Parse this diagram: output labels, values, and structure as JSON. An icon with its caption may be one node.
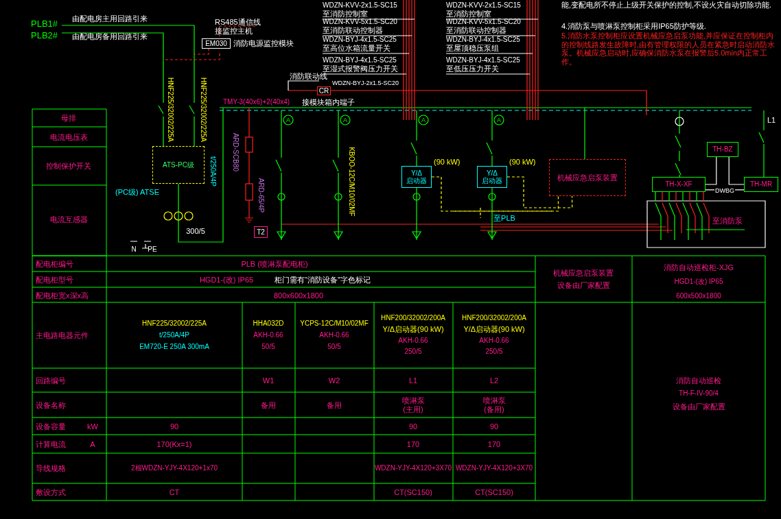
{
  "diagram": {
    "nodes": [
      {
        "text": [
          "EM030"
        ]
      },
      {
        "text": [
          "CR"
        ]
      },
      {
        "text": [
          "ATS-PC级"
        ]
      },
      {
        "text": [
          "T2"
        ]
      },
      {
        "text": [
          "Y/Δ 启动器"
        ],
        "beside": [
          "(90 kW)"
        ]
      },
      {
        "text": [
          "Y/Δ 启动器"
        ],
        "beside": [
          "(90 kW)"
        ]
      },
      {
        "text": [
          "机械应急启泵装置"
        ]
      },
      {
        "text": [
          "TH-BZ"
        ]
      },
      {
        "text": [
          "TH-X-XF"
        ]
      },
      {
        "text": [
          "TH-MR"
        ]
      }
    ],
    "edges": [
      {
        "from": 4,
        "to": 6,
        "arrow": "none",
        "style": "dashed",
        "color": "#ffff00"
      },
      {
        "from": 5,
        "to": 6,
        "arrow": "none",
        "style": "dashed",
        "color": "#ffff00"
      },
      {
        "from": 7,
        "to": 8,
        "arrow": "none"
      },
      {
        "from": 7,
        "to": 9,
        "arrow": "none"
      },
      {
        "from": 8,
        "to": 9,
        "arrow": "none",
        "label": "DWBG"
      }
    ],
    "labels": [
      "PLB1#",
      "PLB2#",
      "由配电房主用回路引来",
      "由配电房备用回路引来",
      "RS485通信线",
      "接监控主机",
      "消防电源监控模块",
      "WDZN-KVV-2x1.5-SC15",
      "至消防控制室",
      "WDZN-KVV-5x1.5-SC20",
      "至消防联动控制器",
      "WDZN-BYJ-4x1.5-SC25",
      "至高位水箱流量开关",
      "WDZN-BYJ-4x1.5-SC25",
      "至湿式报警阀压力开关",
      "WDZN-KVV-2x1.5-SC15",
      "至消防控制室",
      "WDZN-KVV-5x1.5-SC20",
      "至消防联动控制器",
      "WDZN-BYJ-4x1.5-SC25",
      "至屋顶稳压泵组",
      "WDZN-BYJ-4x1.5-SC25",
      "至低压压力开关",
      "消防联动线",
      "WDZN-BYJ-2x1.5-SC20",
      "TMY-3(40x6)+2(40x4)",
      "接模块箱内端子",
      "能,变配电所不停止上级开关保护的控制,不设火灾自动切除功能.",
      "4.消防泵与喷淋泵控制柜采用IP65防护等级.",
      "5.消防水泵控制柜应设置机械应急启泵功能,并应保证在控制柜内的控制线路发生故障时,由有管理权限的人员在紧急时启动消防水泵。机械应急启动时,应确保消防水泵在报警后5.0min内正常工作。",
      "HNF225/32002/225A",
      "HNF225/32002/225A",
      "t/250A/4P",
      "(PC级) ATSE",
      "300/5",
      "N",
      "PE",
      "ARD-SCB80",
      "ARD-65/4P",
      "KBOO-12C/M10/02MF",
      "至PLB",
      "L1",
      "至消防泵",
      "母排",
      "电流电压表",
      "控制保护开关",
      "电流互感器",
      "配电柜编号",
      "配电柜型号",
      "配电柜宽x深x高",
      "主电路电器元件",
      "回路编号",
      "设备名称",
      "设备容量",
      "kW",
      "计算电流",
      "A",
      "导线规格",
      "敷设方式",
      "PLB (喷淋泵配电柜)",
      "HGD1-(改) IP65",
      "柜门需有“消防设备”字色标记",
      "800x600x1800",
      "机械应急启泵装置",
      "设备由厂家配置",
      "消防自动巡检柜-XJG",
      "HGD1-(改) IP65",
      "600x500x1800",
      "HNF225/32002/225A",
      "t/250A/4P",
      "EM720-E 250A 300mA",
      "HHA032D",
      "AKH-0.66",
      "50/5",
      "YCPS-12C/M10/02MF",
      "AKH-0.66",
      "50/5",
      "HNF200/32002/200A",
      "Y/Δ启动器(90 kW)",
      "AKH-0.66",
      "250/5",
      "HNF200/32002/200A",
      "Y/Δ启动器(90 kW)",
      "AKH-0.66",
      "250/5",
      "W1",
      "W2",
      "L1",
      "L2",
      "备用",
      "备用",
      "喷淋泵 (主用)",
      "喷淋泵 (备用)",
      "90",
      "90",
      "90",
      "170(Kx=1)",
      "170",
      "170",
      "2根WDZN-YJY-4X120+1x70",
      "WDZN-YJY-4X120+3X70",
      "WDZN-YJY-4X120+3X70",
      "CT",
      "CT(SC150)",
      "CT(SC150)",
      "消防自动巡检",
      "TH-F-IV-90/4",
      "设备由厂家配置",
      "A",
      "A",
      "A",
      "A"
    ]
  }
}
